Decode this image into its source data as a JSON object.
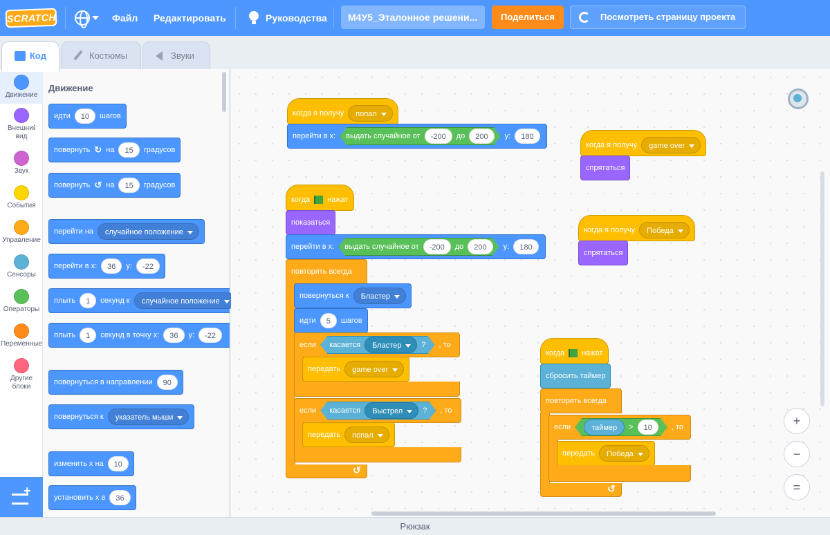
{
  "topbar": {
    "logo": "SCRATCH",
    "file": "Файл",
    "edit": "Редактировать",
    "tutorials": "Руководства",
    "project_title": "М4У5_Эталонное решени...",
    "share": "Поделиться",
    "see_project": "Посмотреть страницу проекта"
  },
  "tabs": {
    "code": "Код",
    "costumes": "Костюмы",
    "sounds": "Звуки"
  },
  "categories": [
    {
      "label": "Движение",
      "color": "#4c97ff"
    },
    {
      "label": "Внешний вид",
      "color": "#9966ff"
    },
    {
      "label": "Звук",
      "color": "#cf63cf"
    },
    {
      "label": "События",
      "color": "#ffd500"
    },
    {
      "label": "Управление",
      "color": "#ffab19"
    },
    {
      "label": "Сенсоры",
      "color": "#5cb1d6"
    },
    {
      "label": "Операторы",
      "color": "#59c059"
    },
    {
      "label": "Переменные",
      "color": "#ff8c1a"
    },
    {
      "label": "Другие блоки",
      "color": "#ff6680"
    }
  ],
  "palette": {
    "heading": "Движение",
    "move": {
      "a": "идти",
      "v": "10",
      "b": "шагов"
    },
    "turn_right": {
      "a": "повернуть",
      "b": "на",
      "v": "15",
      "c": "градусов"
    },
    "turn_left": {
      "a": "повернуть",
      "b": "на",
      "v": "15",
      "c": "градусов"
    },
    "goto": {
      "a": "перейти на",
      "dd": "случайное положение"
    },
    "goto_xy": {
      "a": "перейти в x:",
      "x": "36",
      "b": "y:",
      "y": "-22"
    },
    "glide": {
      "a": "плыть",
      "v": "1",
      "b": "секунд к",
      "dd": "случайное положение"
    },
    "glide_xy": {
      "a": "плыть",
      "v": "1",
      "b": "секунд в точку x:",
      "x": "36",
      "c": "y:",
      "y": "-22"
    },
    "point_dir": {
      "a": "повернуться в направлении",
      "v": "90"
    },
    "point_towards": {
      "a": "повернуться к",
      "dd": "указатель мыши"
    },
    "change_x": {
      "a": "изменить х на",
      "v": "10"
    },
    "set_x": {
      "a": "установить х в",
      "v": "36"
    }
  },
  "scripts": {
    "s1": {
      "hat": "когда я получу",
      "msg": "попал",
      "goto": "перейти в x:",
      "rand": "выдать случайное от",
      "from": "-200",
      "to_lbl": "до",
      "to": "200",
      "y_lbl": "y:",
      "y": "180"
    },
    "s2": {
      "hat": "когда",
      "hat2": "нажат",
      "show": "показаться",
      "goto": "перейти в x:",
      "rand": "выдать случайное от",
      "from": "-200",
      "to_lbl": "до",
      "to": "200",
      "y_lbl": "y:",
      "y": "180",
      "forever": "повторять всегда",
      "point": "повернуться к",
      "target": "Бластер",
      "move": "идти",
      "steps": "5",
      "steps_lbl": "шагов",
      "if1": "если",
      "touch1": "касается",
      "t1": "Бластер",
      "q": "?",
      "then": ", то",
      "bc1": "передать",
      "bc1v": "game over",
      "if2": "если",
      "touch2": "касается",
      "t2": "Выстрел",
      "bc2": "передать",
      "bc2v": "попал"
    },
    "s3": {
      "hat": "когда я получу",
      "msg": "game over",
      "hide": "спрятаться"
    },
    "s4": {
      "hat": "когда я получу",
      "msg": "Победа",
      "hide": "спрятаться"
    },
    "s5": {
      "hat": "когда",
      "hat2": "нажат",
      "reset": "сбросить таймер",
      "forever": "повторять всегда",
      "if": "если",
      "timer": "таймер",
      "gt": ">",
      "val": "10",
      "then": ", то",
      "bc": "передать",
      "bcv": "Победа"
    }
  },
  "zoom": {
    "in": "+",
    "out": "−",
    "reset": "="
  },
  "backpack": "Рюкзак"
}
